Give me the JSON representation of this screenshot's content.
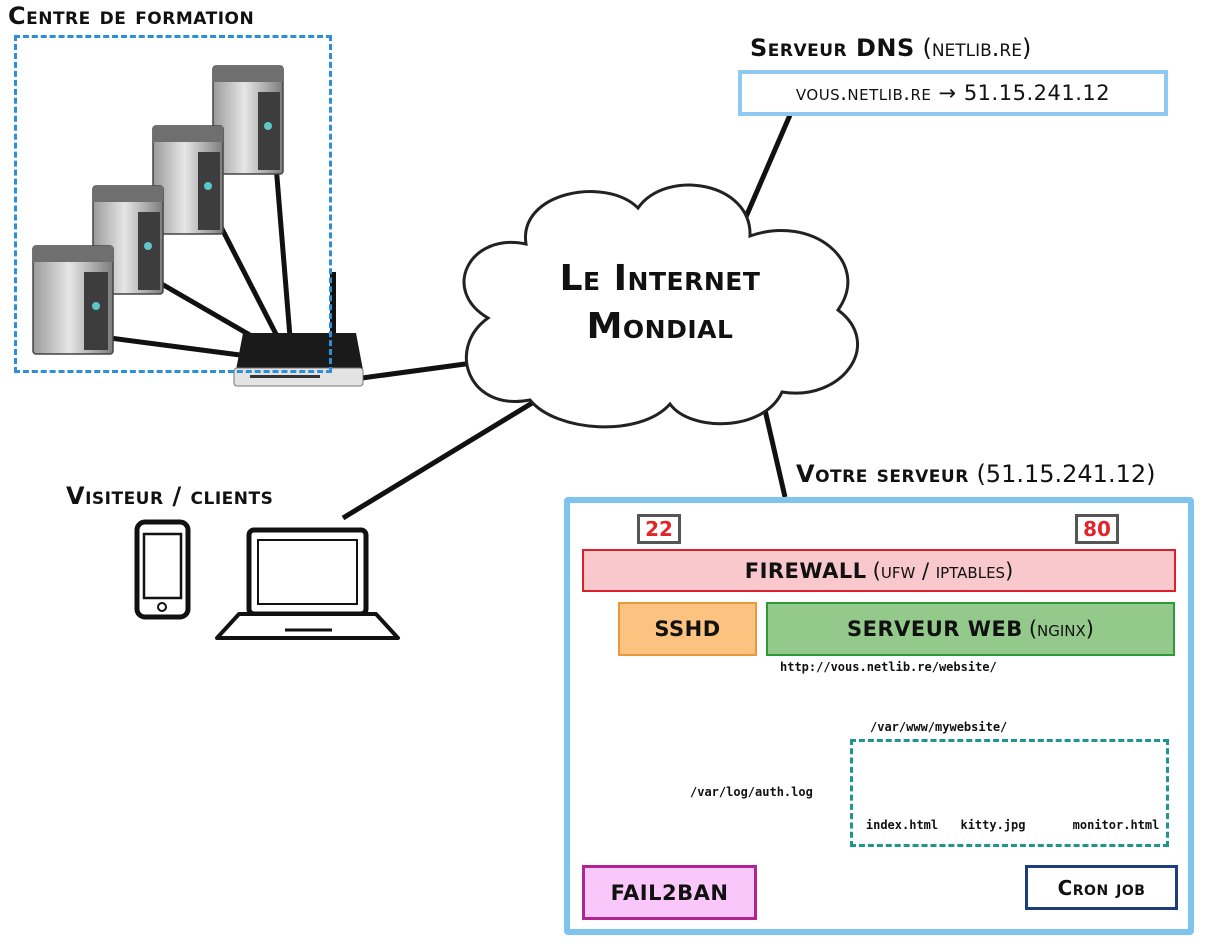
{
  "training_center": {
    "title": "Centre de formation"
  },
  "internet": {
    "line1": "Le Internet",
    "line2": "Mondial"
  },
  "dns": {
    "title": "Serveur DNS",
    "subtitle": "(netlib.re)",
    "record": "vous.netlib.re → 51.15.241.12"
  },
  "visitors": {
    "title": "Visiteur / clients"
  },
  "server": {
    "title": "Votre serveur",
    "ip": "(51.15.241.12)",
    "ports": [
      "22",
      "80"
    ],
    "firewall": {
      "label": "FIREWALL",
      "detail": "(ufw / iptables)"
    },
    "sshd": "SSHD",
    "webserver": {
      "label": "SERVEUR WEB",
      "detail": "(nginx)"
    },
    "url": "http://vous.netlib.re/website/",
    "webroot": "/var/www/mywebsite/",
    "files": [
      "index.html",
      "kitty.jpg",
      "monitor.html"
    ],
    "authlog": "/var/log/auth.log",
    "fail2ban": "FAIL2BAN",
    "cron": "Cron job"
  },
  "colors": {
    "dns_border": "#8ec9f0",
    "server_frame": "#7fc4ef",
    "firewall": "#f8c8cc",
    "sshd": "#fbc280",
    "webserver": "#93c98b",
    "fail2ban": "#f9c7f9",
    "port_text": "#e3242b"
  }
}
